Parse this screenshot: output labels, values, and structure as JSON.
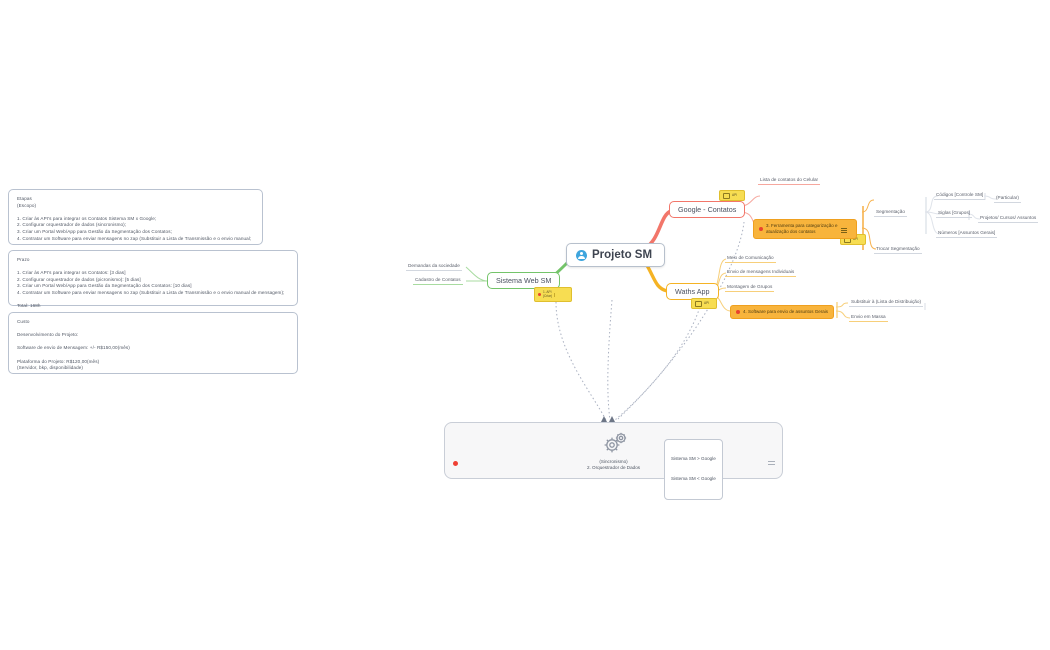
{
  "central": {
    "label": "Projeto SM",
    "icon": "user-circle-icon"
  },
  "notes": [
    {
      "name": "etapas-note",
      "lines": [
        "Etapas",
        "(Escopo)",
        "",
        "1. Criar às API's para integrar os Contatos Sistema SM x Google;",
        "2. Configurar orquestrador de dados (sincronismo);",
        "3. Criar um Portal Web/App para Gestão da Segmentação dos Contatos;",
        "4. Contratar um Software para enviar mensagens no zap (Substituir a Lista de Transmissão e o envio manual;"
      ]
    },
    {
      "name": "prazo-note",
      "lines": [
        "Prazo",
        "",
        "1. Criar às API's para integrar os Contatos: [3 dias]",
        "2. Configurar orquestrador de dados (picronismo): [5 dias]",
        "3. Criar um Portal Web/App para Gestão da Segmentação dos Contatos: [10 dias]",
        "4. Contratar um Software para enviar mensagens no zap (Substituir a Lista de Transmissão e o envio manual de mensagem);",
        "",
        "Total: 168h"
      ]
    },
    {
      "name": "custo-note",
      "lines": [
        "Custo",
        "",
        "Desenvolvimento do Projeto:",
        "",
        "Software de envio de Mensagem: +/- R$150,00(mês)",
        "",
        "Plataforma do Projeto: R$120,00(mês)",
        "(Servidor, bkp, disponibilidade)"
      ]
    }
  ],
  "topics": {
    "sistema_web": "Sistema Web SM",
    "google_contatos": "Google - Contatos",
    "whats_app": "Waths App"
  },
  "leaves": {
    "demandas": "Demandas da sociedade",
    "cadastro": "Cadastro de Contatos",
    "lista_celular": "Lista de contatos do Celular",
    "segmentacao": "Segmentação",
    "codigos": "Códigos [Controle SM]",
    "particular": "(Particular)",
    "siglas": "Siglas [Grupos]",
    "projetos": "Projetos/ Cursos/ Assuntos",
    "numeros": "Números [Assuntos Gerais]",
    "trocar_segmentacao": "Trocar Segmentação",
    "meio_comunicacao": "Meio de Comunicação",
    "envio_individuais": "Envio de mensagens Individuais",
    "montagem_grupos": "Montagem de Grupos",
    "substituir_lista": "Substituir à (Lista de Distribuição)",
    "envio_massa": "Envio em Massa"
  },
  "tasks": {
    "task1": "1. API\n(Criar)",
    "task3": "3. Ferramenta para categorização e\natualização dos contatos",
    "task4": "4. Software para envio de assuntos Gerais"
  },
  "badges": {
    "api_label": "API"
  },
  "panel": {
    "caption_line1": "(Sincronismo)",
    "caption_line2": "2. Orquestrador de Dados",
    "note_line1": "Sistema SM > Google",
    "note_line2": "Sistema SM < Google",
    "icon": "gears-icon"
  },
  "colors": {
    "green": "#74c46a",
    "red": "#f2766a",
    "amber": "#f5b324",
    "orange": "#f8b43c",
    "yellow": "#f7dd52",
    "accent_blue": "#3ea5dd",
    "dot_red": "#e8442e"
  }
}
